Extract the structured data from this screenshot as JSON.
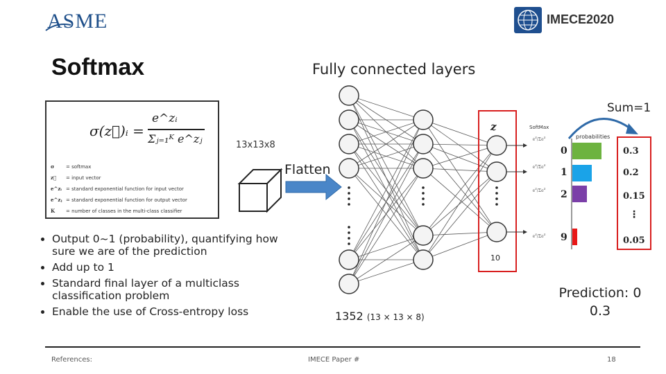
{
  "header": {
    "left_logo": "ASME",
    "right_logo": "IMECE2020"
  },
  "slide": {
    "title": "Softmax",
    "fc_label": "Fully connected layers",
    "sum_label": "Sum=1",
    "dims_label": "13x13x8",
    "flatten_label": "Flatten",
    "input_count": "1352",
    "input_count_detail": "(13 × 13 × 8)",
    "output_count": "10",
    "prediction_line1": "Prediction: 0",
    "prediction_line2": "0.3"
  },
  "formula": {
    "main_lhs": "σ(z⃗)ᵢ =",
    "numerator": "e^zᵢ",
    "denominator": "Σⱼ₌₁ᴷ e^zⱼ",
    "legend": [
      {
        "symbol": "σ",
        "text": "= softmax"
      },
      {
        "symbol": "z⃗",
        "text": "= input vector"
      },
      {
        "symbol": "e^zᵢ",
        "text": "= standard exponential function for input vector"
      },
      {
        "symbol": "e^zⱼ",
        "text": "= standard exponential function for output vector"
      },
      {
        "symbol": "K",
        "text": "= number of classes in the multi-class classifier"
      }
    ]
  },
  "softmax_panel": {
    "title": "SoftMax",
    "z_label": "z",
    "prob_title": "probabilities",
    "classes": [
      "0",
      "1",
      "2",
      "9"
    ],
    "probs": [
      "0.3",
      "0.2",
      "0.15",
      "0.05"
    ],
    "bar_values": [
      0.3,
      0.2,
      0.15,
      0.05
    ],
    "bar_colors": [
      "#6db33f",
      "#1aa3e8",
      "#7b3fa8",
      "#e81818"
    ],
    "ellipsis": "⋮"
  },
  "bullets": [
    "Output 0~1 (probability), quantifying how sure we are of the prediction",
    "Add up to 1",
    "Standard final layer of a multiclass classification problem",
    "Enable the use of Cross-entropy loss"
  ],
  "footer": {
    "references": "References:",
    "paper": "IMECE Paper #",
    "page": "18"
  },
  "colors": {
    "asme_blue": "#1e4f8a",
    "highlight_red": "#d81e1e",
    "arrow_blue": "#4a86c8"
  }
}
